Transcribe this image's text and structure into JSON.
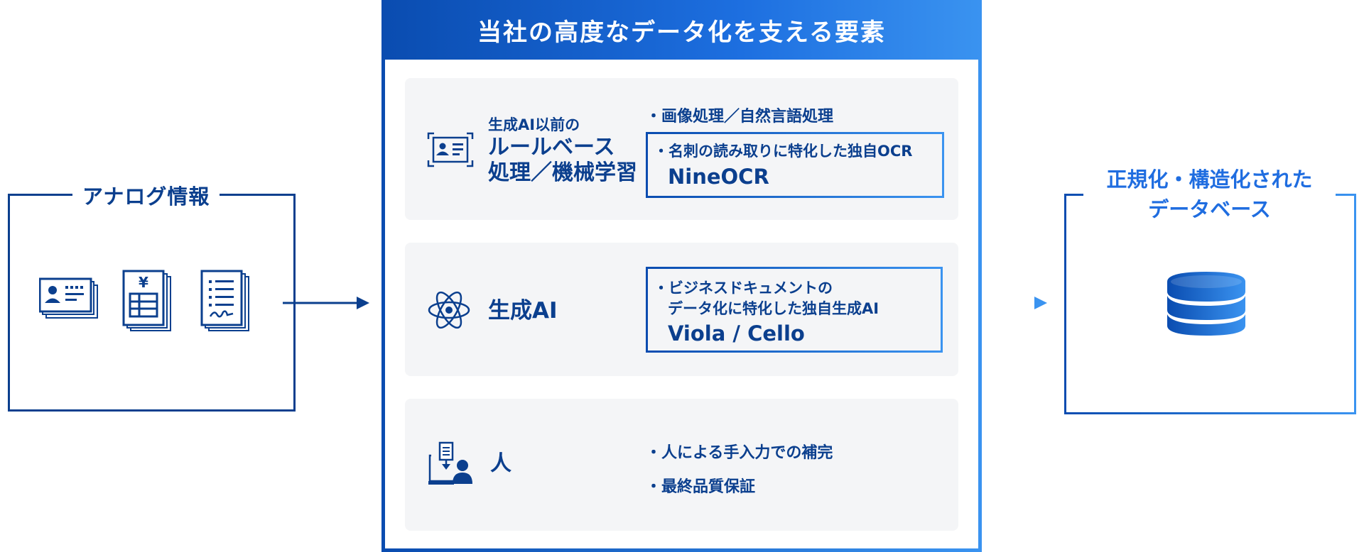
{
  "analog": {
    "title": "アナログ情報"
  },
  "center": {
    "header": "当社の高度なデータ化を支える要素",
    "rule_based": {
      "small_title": "生成AI以前の",
      "title_line1": "ルールベース",
      "title_line2": "処理／機械学習",
      "bullet": "・画像処理／自然言語処理",
      "callout_text": "・名刺の読み取りに特化した独自OCR",
      "callout_name": "NineOCR"
    },
    "gen_ai": {
      "title": "生成AI",
      "callout_line1": "・ビジネスドキュメントの",
      "callout_line2": "データ化に特化した独自生成AI",
      "callout_name": "Viola / Cello"
    },
    "human": {
      "title": "人",
      "bullet1": "・人による手入力での補完",
      "bullet2": "・最終品質保証"
    }
  },
  "database": {
    "title_line1": "正規化・構造化された",
    "title_line2": "データベース"
  },
  "colors": {
    "navy": "#0b3f8e",
    "gradient_start": "#0a4cb0",
    "gradient_end": "#3a93f0",
    "card_bg": "#f4f5f7"
  },
  "icons": [
    "business-card-icon",
    "invoice-yen-icon",
    "document-signature-icon",
    "id-card-scan-icon",
    "atom-icon",
    "person-input-icon",
    "database-icon",
    "arrow-right-icon"
  ]
}
